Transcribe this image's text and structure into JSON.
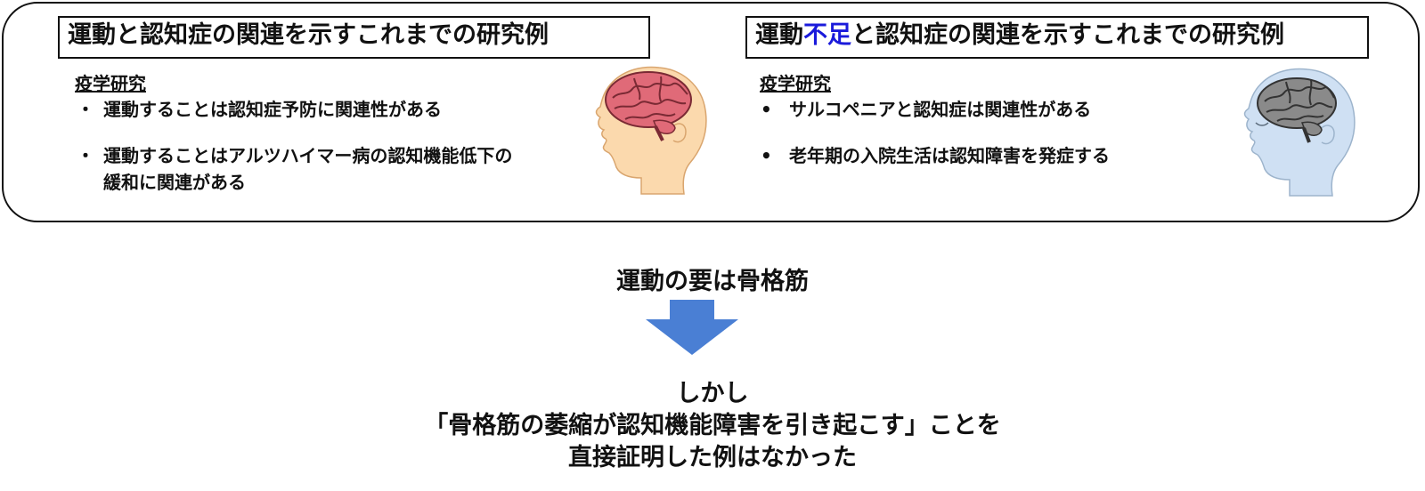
{
  "left_panel": {
    "title": "運動と認知症の関連を示すこれまでの研究例",
    "subheading": "疫学研究",
    "bullet_marker": "・",
    "bullets": [
      "運動することは認知症予防に関連性がある",
      "運動することはアルツハイマー病の認知機能低下の",
      "緩和に関連がある"
    ],
    "brain_color": "#e06a78",
    "face_color": "#fbd9ad"
  },
  "right_panel": {
    "title_part1": "運動",
    "title_highlight": "不足",
    "title_part2": "と認知症の関連を示すこれまでの研究例",
    "highlight_color": "#1a1adb",
    "subheading": "疫学研究",
    "bullet_marker": "•",
    "bullets": [
      "サルコペニアと認知症は関連性がある",
      "老年期の入院生活は認知障害を発症する"
    ],
    "brain_color": "#8a8a8a",
    "face_color": "#cfe0f3"
  },
  "middle": {
    "key_statement": "運動の要は骨格筋",
    "arrow_color": "#4a7fd4"
  },
  "conclusion": {
    "line1": "しかし",
    "line2": "「骨格筋の萎縮が認知機能障害を引き起こす」ことを",
    "line3": "直接証明した例はなかった"
  }
}
